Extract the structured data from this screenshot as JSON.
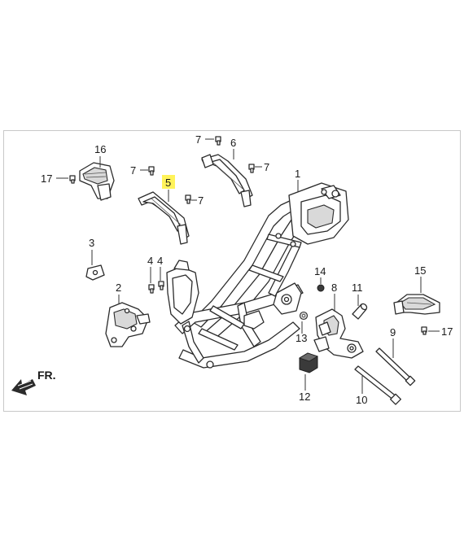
{
  "diagram": {
    "direction_label": "FR.",
    "highlight_color": "#fff35a",
    "callouts": [
      {
        "id": "c16",
        "label": "16"
      },
      {
        "id": "c17a",
        "label": "17"
      },
      {
        "id": "c7a",
        "label": "7"
      },
      {
        "id": "c5",
        "label": "5",
        "highlighted": true
      },
      {
        "id": "c7b",
        "label": "7"
      },
      {
        "id": "c7c",
        "label": "7"
      },
      {
        "id": "c6",
        "label": "6"
      },
      {
        "id": "c7d",
        "label": "7"
      },
      {
        "id": "c1",
        "label": "1"
      },
      {
        "id": "c3",
        "label": "3"
      },
      {
        "id": "c4a",
        "label": "4"
      },
      {
        "id": "c4b",
        "label": "4"
      },
      {
        "id": "c2",
        "label": "2"
      },
      {
        "id": "c14",
        "label": "14"
      },
      {
        "id": "c8",
        "label": "8"
      },
      {
        "id": "c11",
        "label": "11"
      },
      {
        "id": "c15",
        "label": "15"
      },
      {
        "id": "c13",
        "label": "13"
      },
      {
        "id": "c9",
        "label": "9"
      },
      {
        "id": "c17b",
        "label": "17"
      },
      {
        "id": "c12",
        "label": "12"
      },
      {
        "id": "c10",
        "label": "10"
      }
    ]
  }
}
